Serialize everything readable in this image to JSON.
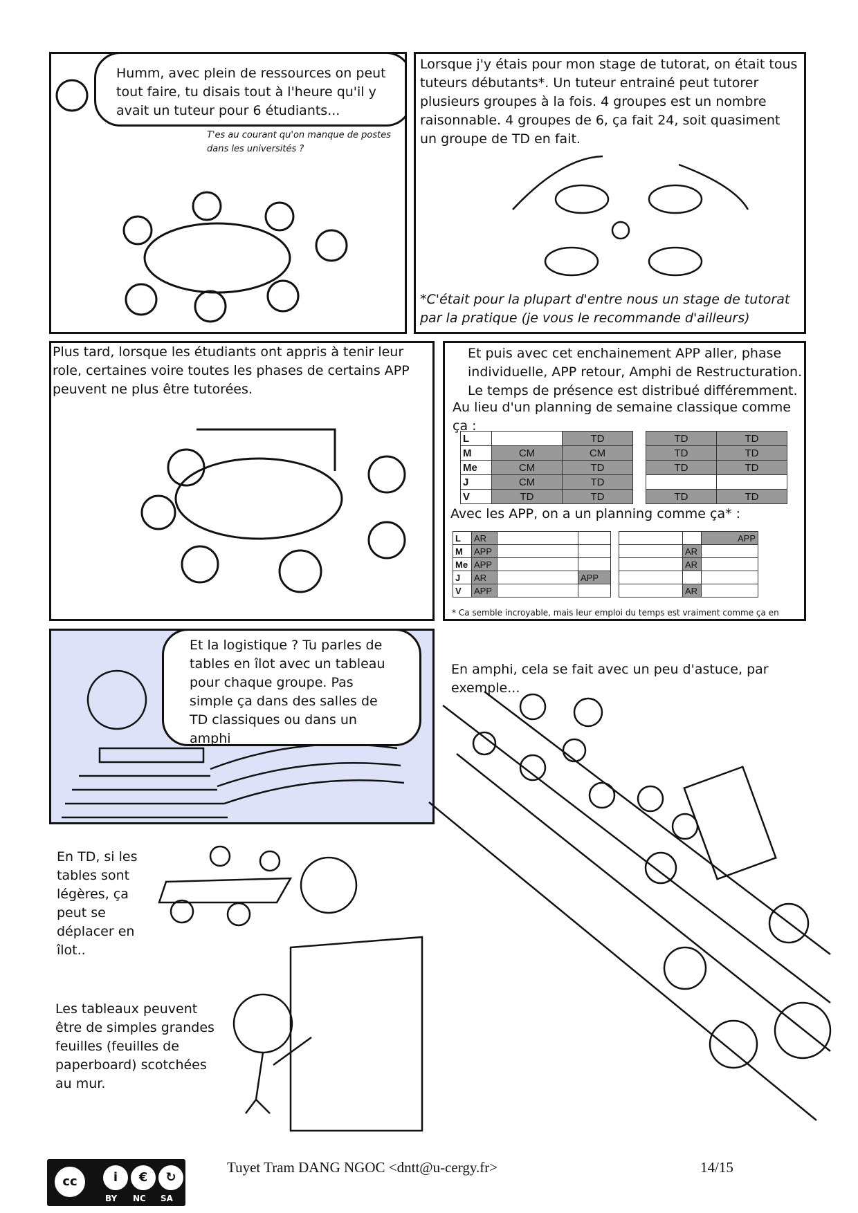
{
  "panel1": {
    "bubble": "Humm, avec plein de ressources on peut tout faire, tu disais tout à l'heure qu'il y avait un tuteur pour 6 étudiants...",
    "aside": "T'es au courant qu'on manque de postes dans les universités ?"
  },
  "panel2": {
    "text": "Lorsque j'y étais pour mon stage de tutorat, on était tous tuteurs débutants*. Un tuteur entrainé peut tutorer plusieurs groupes à la fois. 4 groupes est un nombre raisonnable. 4 groupes de 6, ça fait 24, soit quasiment un groupe de TD en fait.",
    "note": "*C'était pour la plupart d'entre nous un stage de tutorat par la pratique (je vous le recommande d'ailleurs)"
  },
  "panel3": {
    "text": "Plus tard, lorsque les étudiants ont appris à tenir leur role, certaines voire toutes les phases de certains APP peuvent ne plus être tutorées."
  },
  "panel4": {
    "intro": "Et puis avec cet enchainement APP aller, phase individuelle, APP retour,  Amphi de Restructuration. Le temps de présence est distribué différemment.",
    "classic_label": "Au lieu d'un planning de semaine classique  comme ça :",
    "app_label": "Avec les APP, on a un planning comme ça* :",
    "footnote": "* Ca semble incroyable, mais leur emploi du temps est vraiment comme ça en première année...!",
    "classic": {
      "days": [
        "L",
        "M",
        "Me",
        "J",
        "V"
      ],
      "rows": [
        [
          "",
          "TD",
          "TD",
          "TD"
        ],
        [
          "CM",
          "CM",
          "TD",
          "TD"
        ],
        [
          "CM",
          "TD",
          "TD",
          "TD"
        ],
        [
          "CM",
          "TD",
          "",
          ""
        ],
        [
          "TD",
          "TD",
          "TD",
          "TD"
        ]
      ]
    },
    "app": {
      "days": [
        "L",
        "M",
        "Me",
        "J",
        "V"
      ],
      "rows": [
        [
          "AR",
          "",
          "",
          "",
          "",
          "APP"
        ],
        [
          "APP",
          "",
          "",
          "",
          "AR",
          ""
        ],
        [
          "APP",
          "",
          "",
          "",
          "AR",
          ""
        ],
        [
          "AR",
          "",
          "APP",
          "",
          "",
          ""
        ],
        [
          "APP",
          "",
          "",
          "",
          "AR",
          ""
        ]
      ]
    }
  },
  "panel5": {
    "bubble": "Et la logistique ? Tu parles de tables en îlot avec un tableau pour chaque groupe. Pas simple ça dans des salles de TD classiques ou dans un amphi"
  },
  "bottom": {
    "amphi": "En amphi, cela se fait avec un peu d'astuce, par exemple...",
    "td": "En TD, si les tables sont légères, ça peut se déplacer en îlot..",
    "boards": "Les tableaux peuvent être de simples grandes feuilles (feuilles de paperboard) scotchées au mur."
  },
  "footer": {
    "author": "Tuyet Tram DANG NGOC <dntt@u-cergy.fr>",
    "page": "14/15",
    "license": [
      "BY",
      "NC",
      "SA"
    ]
  },
  "colors": {
    "panel5_bg": "#dde2f8",
    "cell_grey": "#999999"
  }
}
